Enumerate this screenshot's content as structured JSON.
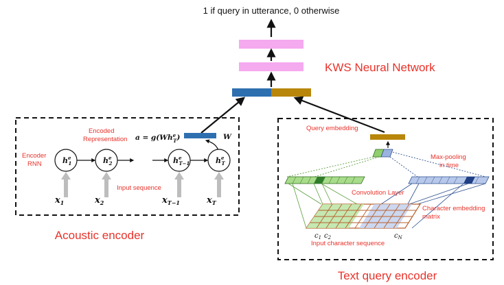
{
  "output_label": "1 if query in utterance, 0 otherwise",
  "kws_title": "KWS Neural Network",
  "acoustic": {
    "title": "Acoustic encoder",
    "encoded_representation": [
      "Encoded",
      "Representation"
    ],
    "encoder_rnn": [
      "Encoder",
      "RNN"
    ],
    "input_sequence": "Input sequence",
    "formula": "a = g(Wh",
    "formula_sup": "e",
    "formula_sub": "T",
    "formula_end": ")",
    "weight_label": "W",
    "hidden_states": [
      {
        "base": "h",
        "sup": "e",
        "sub": "1"
      },
      {
        "base": "h",
        "sup": "e",
        "sub": "2"
      },
      {
        "base": "h",
        "sup": "e",
        "sub": "T−1"
      },
      {
        "base": "h",
        "sup": "e",
        "sub": "T"
      }
    ],
    "inputs": [
      {
        "base": "x",
        "sub": "1"
      },
      {
        "base": "x",
        "sub": "2"
      },
      {
        "base": "x",
        "sub": "T−1"
      },
      {
        "base": "x",
        "sub": "T"
      }
    ]
  },
  "text": {
    "title": "Text query encoder",
    "query_embedding": "Query embedding",
    "max_pooling": [
      "Max-pooling",
      "in time"
    ],
    "convolution_layer": "Convolution Layer",
    "char_embedding": [
      "Character embedding",
      "matrix"
    ],
    "input_chars": "Input character sequence",
    "c1": "c",
    "c1_sub": "1",
    "c2": "c",
    "c2_sub": "2",
    "cN": "c",
    "cN_sub": "N"
  },
  "colors": {
    "accent_red": "#e8322a",
    "pink": "#f5a9ee",
    "blue": "#2e6fb0",
    "gold": "#b8860b",
    "green": "#8fcf6e",
    "light_blue": "#9bb3e0",
    "orange_grid": "#b8602e"
  }
}
